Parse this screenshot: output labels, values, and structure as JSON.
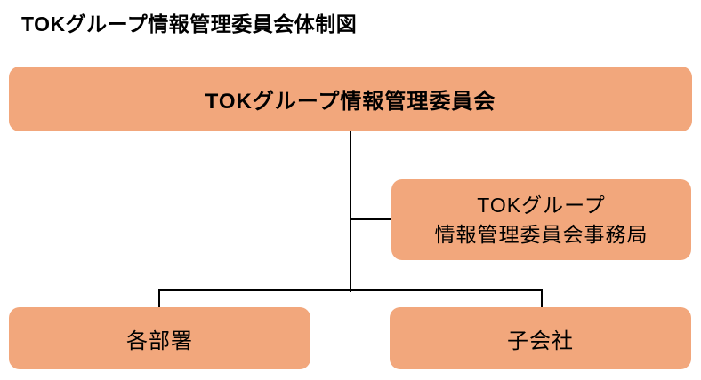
{
  "diagram": {
    "title": "TOKグループ情報管理委員会体制図",
    "type": "org-chart",
    "nodes": {
      "committee": {
        "label": "TOKグループ情報管理委員会"
      },
      "office": {
        "label_line1": "TOKグループ",
        "label_line2": "情報管理委員会事務局"
      },
      "departments": {
        "label": "各部署"
      },
      "subsidiaries": {
        "label": "子会社"
      }
    },
    "edges": [
      {
        "from": "committee",
        "to": "office"
      },
      {
        "from": "committee",
        "to": "departments"
      },
      {
        "from": "committee",
        "to": "subsidiaries"
      }
    ],
    "colors": {
      "node_fill": "#F2A77C",
      "connector": "#000000",
      "text": "#000000",
      "background": "#FFFFFF"
    }
  }
}
